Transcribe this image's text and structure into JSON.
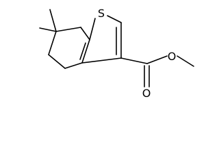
{
  "molecule": {
    "atom_labels": {
      "sulfur": "S",
      "carbonyl_oxygen": "O",
      "ester_oxygen": "O"
    },
    "colors": {
      "bond": "#000000",
      "label": "#000000",
      "background": "#ffffff"
    }
  }
}
